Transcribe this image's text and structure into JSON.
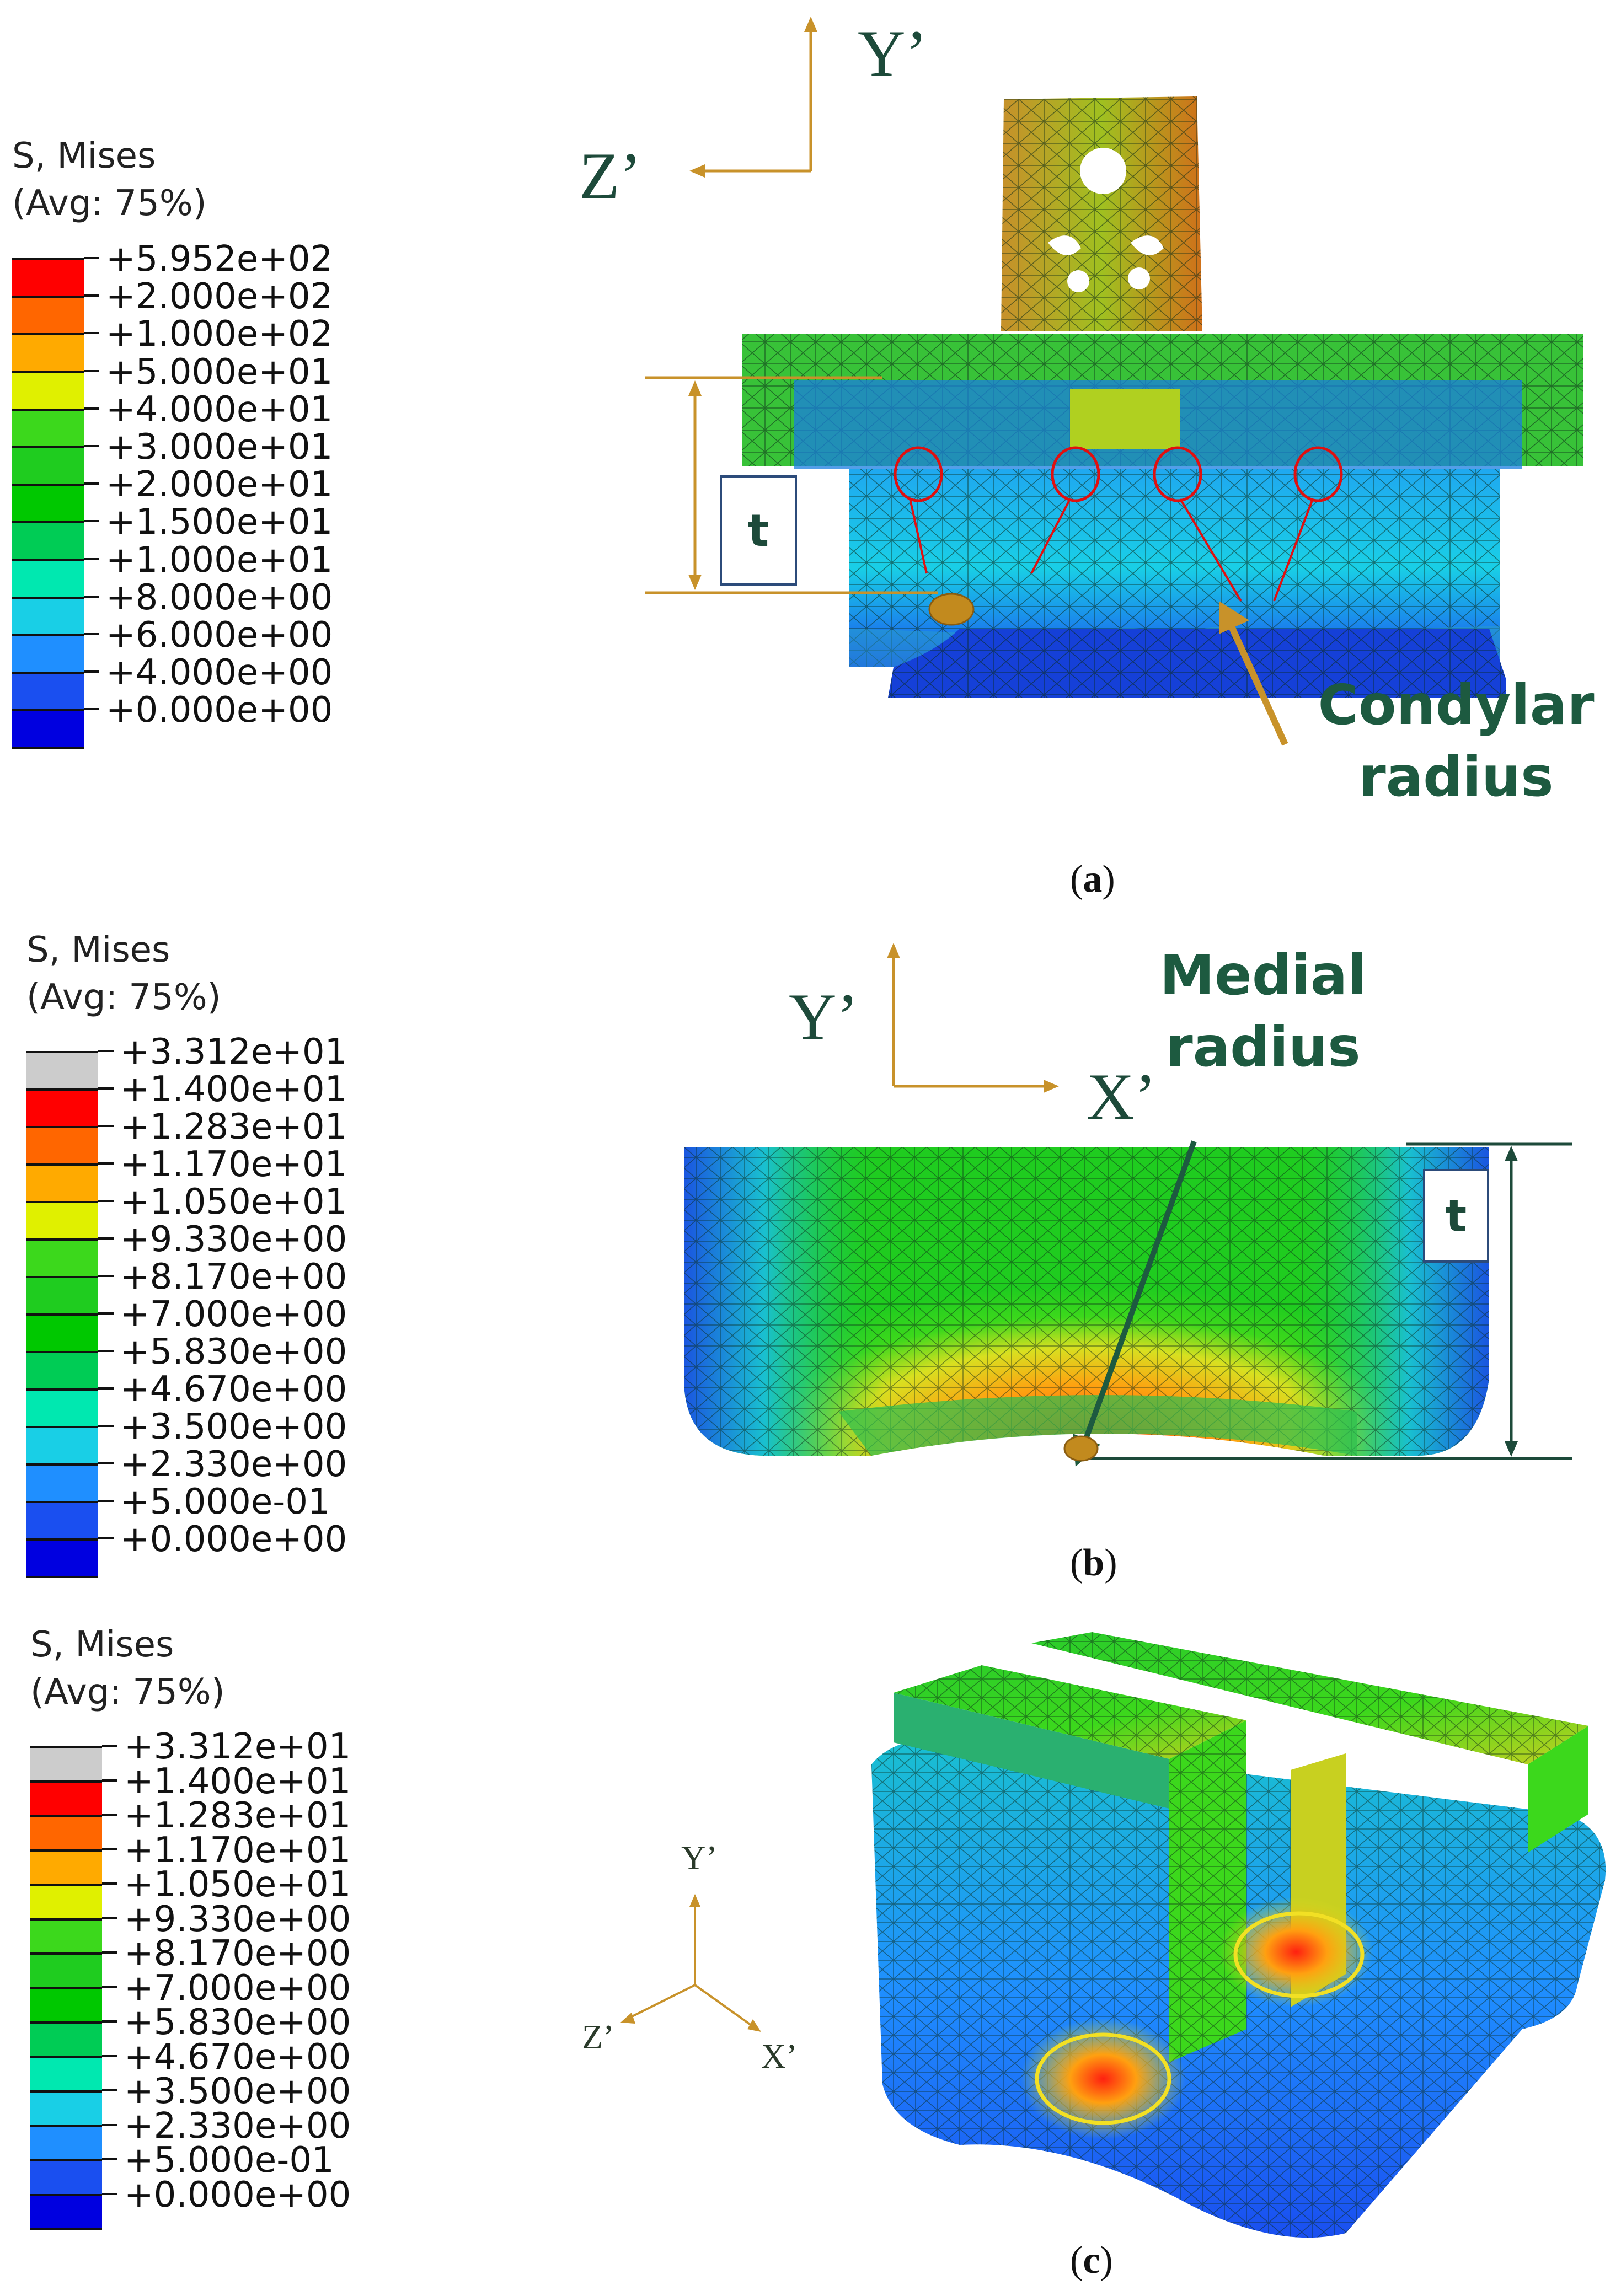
{
  "panels": [
    {
      "id": "a",
      "legend": {
        "title": "S, Mises",
        "subtitle": "(Avg: 75%)",
        "labels": [
          "+5.952e+02",
          "+2.000e+02",
          "+1.000e+02",
          "+5.000e+01",
          "+4.000e+01",
          "+3.000e+01",
          "+2.000e+01",
          "+1.500e+01",
          "+1.000e+01",
          "+8.000e+00",
          "+6.000e+00",
          "+4.000e+00",
          "+0.000e+00"
        ],
        "colors": [
          "#ff0000",
          "#ff6600",
          "#ffaa00",
          "#e0f000",
          "#3cd81c",
          "#1fcc1f",
          "#00c800",
          "#00cc55",
          "#00e8b0",
          "#19cfe6",
          "#1f8fff",
          "#1a4ff0",
          "#0000e0"
        ]
      },
      "axes": {
        "up": "Y’",
        "left": "Z’"
      },
      "dimension_label": "t",
      "callout": [
        "Condylar",
        "radius"
      ],
      "caption": "a"
    },
    {
      "id": "b",
      "legend": {
        "title": "S, Mises",
        "subtitle": "(Avg: 75%)",
        "labels": [
          "+3.312e+01",
          "+1.400e+01",
          "+1.283e+01",
          "+1.170e+01",
          "+1.050e+01",
          "+9.330e+00",
          "+8.170e+00",
          "+7.000e+00",
          "+5.830e+00",
          "+4.670e+00",
          "+3.500e+00",
          "+2.330e+00",
          "+5.000e-01",
          "+0.000e+00"
        ],
        "colors": [
          "#cccccc",
          "#ff0000",
          "#ff6600",
          "#ffaa00",
          "#e0f000",
          "#3cd81c",
          "#1fcc1f",
          "#00c800",
          "#00cc55",
          "#00e8b0",
          "#19cfe6",
          "#1f8fff",
          "#1a4ff0",
          "#0000e0"
        ]
      },
      "axes": {
        "up": "Y’",
        "right": "X’"
      },
      "dimension_label": "t",
      "callout": [
        "Medial",
        "radius"
      ],
      "caption": "b"
    },
    {
      "id": "c",
      "legend": {
        "title": "S, Mises",
        "subtitle": "(Avg: 75%)",
        "labels": [
          "+3.312e+01",
          "+1.400e+01",
          "+1.283e+01",
          "+1.170e+01",
          "+1.050e+01",
          "+9.330e+00",
          "+8.170e+00",
          "+7.000e+00",
          "+5.830e+00",
          "+4.670e+00",
          "+3.500e+00",
          "+2.330e+00",
          "+5.000e-01",
          "+0.000e+00"
        ],
        "colors": [
          "#cccccc",
          "#ff0000",
          "#ff6600",
          "#ffaa00",
          "#e0f000",
          "#3cd81c",
          "#1fcc1f",
          "#00c800",
          "#00cc55",
          "#00e8b0",
          "#19cfe6",
          "#1f8fff",
          "#1a4ff0",
          "#0000e0"
        ]
      },
      "axes": {
        "up": "Y’",
        "left": "Z’",
        "right": "X’"
      },
      "caption": "c"
    }
  ]
}
